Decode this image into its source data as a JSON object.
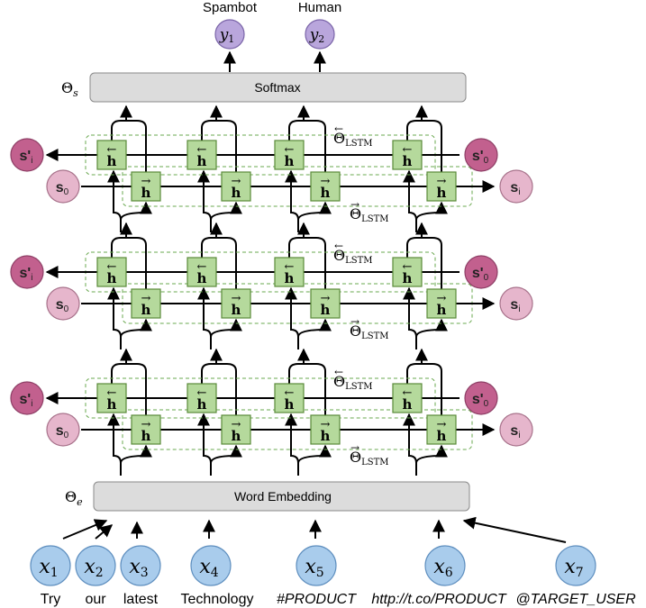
{
  "outputs": [
    {
      "label": "Spambot",
      "symbol": "y",
      "sub": "1"
    },
    {
      "label": "Human",
      "symbol": "y",
      "sub": "2"
    }
  ],
  "softmax": {
    "label": "Softmax",
    "param_symbol": "Θ",
    "param_sub": "s"
  },
  "embedding": {
    "label": "Word Embedding",
    "param_symbol": "Θ",
    "param_sub": "e"
  },
  "cells": {
    "backward": "h",
    "forward": "h",
    "backward_arrow": "←",
    "forward_arrow": "→"
  },
  "lstm_params": {
    "backward": "Θ",
    "forward": "Θ",
    "sub": "LSTM",
    "backward_arrow": "←",
    "forward_arrow": "→"
  },
  "states": {
    "backward_out": "s'",
    "backward_out_sub": "i",
    "backward_in": "s'",
    "backward_in_sub": "0",
    "forward_in": "s",
    "forward_in_sub": "0",
    "forward_out": "s",
    "forward_out_sub": "i"
  },
  "inputs": [
    {
      "symbol": "x",
      "sub": "1",
      "word": "Try",
      "italic": false
    },
    {
      "symbol": "x",
      "sub": "2",
      "word": "our",
      "italic": false
    },
    {
      "symbol": "x",
      "sub": "3",
      "word": "latest",
      "italic": false
    },
    {
      "symbol": "x",
      "sub": "4",
      "word": "Technology",
      "italic": false
    },
    {
      "symbol": "x",
      "sub": "5",
      "word": "#PRODUCT",
      "italic": true
    },
    {
      "symbol": "x",
      "sub": "6",
      "word": "http://t.co/PRODUCT",
      "italic": true
    },
    {
      "symbol": "x",
      "sub": "7",
      "word": "@TARGET_USER",
      "italic": true
    }
  ]
}
